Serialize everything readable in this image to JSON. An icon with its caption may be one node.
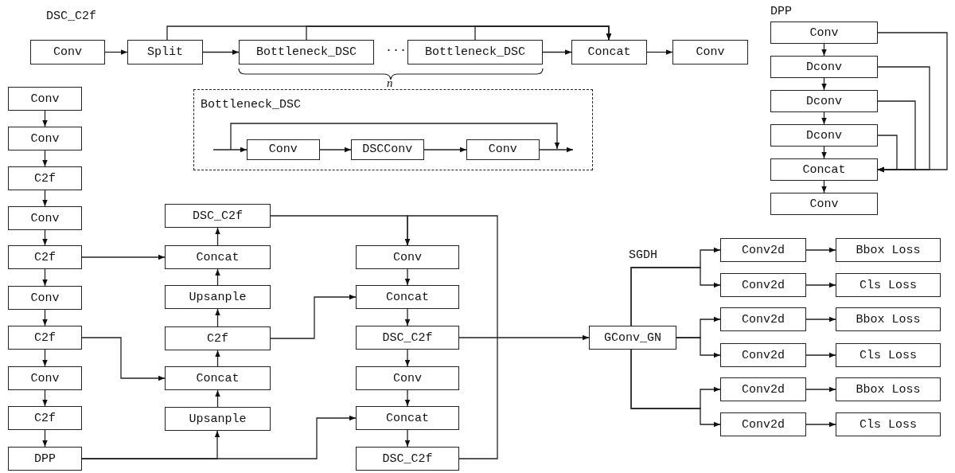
{
  "diagram": {
    "nodes": [
      {
        "text": [
          "Conv"
        ]
      },
      {
        "text": [
          "Split"
        ]
      },
      {
        "text": [
          "Bottleneck_DSC"
        ]
      },
      {
        "text": [
          "Bottleneck_DSC"
        ]
      },
      {
        "text": [
          "Concat"
        ]
      },
      {
        "text": [
          "Conv"
        ]
      },
      {
        "text": [
          "Conv"
        ]
      },
      {
        "text": [
          "Dconv"
        ]
      },
      {
        "text": [
          "Dconv"
        ]
      },
      {
        "text": [
          "Dconv"
        ]
      },
      {
        "text": [
          "Concat"
        ]
      },
      {
        "text": [
          "Conv"
        ]
      },
      {
        "text": [
          "Bottleneck_DSC"
        ]
      },
      {
        "text": [
          "Conv"
        ],
        "in": 12
      },
      {
        "text": [
          "DSCConv"
        ],
        "in": 12
      },
      {
        "text": [
          "Conv"
        ],
        "in": 12
      },
      {
        "text": [
          "Conv"
        ]
      },
      {
        "text": [
          "Conv"
        ]
      },
      {
        "text": [
          "C2f"
        ]
      },
      {
        "text": [
          "Conv"
        ]
      },
      {
        "text": [
          "C2f"
        ]
      },
      {
        "text": [
          "Conv"
        ]
      },
      {
        "text": [
          "C2f"
        ]
      },
      {
        "text": [
          "Conv"
        ]
      },
      {
        "text": [
          "C2f"
        ]
      },
      {
        "text": [
          "DPP"
        ]
      },
      {
        "text": [
          "DSC_C2f"
        ]
      },
      {
        "text": [
          "Concat"
        ]
      },
      {
        "text": [
          "Upsanple"
        ]
      },
      {
        "text": [
          "C2f"
        ]
      },
      {
        "text": [
          "Concat"
        ]
      },
      {
        "text": [
          "Upsanple"
        ]
      },
      {
        "text": [
          "Conv"
        ]
      },
      {
        "text": [
          "Concat"
        ]
      },
      {
        "text": [
          "DSC_C2f"
        ]
      },
      {
        "text": [
          "Conv"
        ]
      },
      {
        "text": [
          "Concat"
        ]
      },
      {
        "text": [
          "DSC_C2f"
        ]
      },
      {
        "text": [
          "GConv_GN"
        ]
      },
      {
        "text": [
          "Conv2d"
        ]
      },
      {
        "text": [
          "Conv2d"
        ]
      },
      {
        "text": [
          "Conv2d"
        ]
      },
      {
        "text": [
          "Conv2d"
        ]
      },
      {
        "text": [
          "Conv2d"
        ]
      },
      {
        "text": [
          "Conv2d"
        ]
      },
      {
        "text": [
          "Bbox Loss"
        ]
      },
      {
        "text": [
          "Cls Loss"
        ]
      },
      {
        "text": [
          "Bbox Loss"
        ]
      },
      {
        "text": [
          "Cls Loss"
        ]
      },
      {
        "text": [
          "Bbox Loss"
        ]
      },
      {
        "text": [
          "Cls Loss"
        ]
      }
    ],
    "edges": [
      {
        "from": 0,
        "to": 1,
        "arrow": "to"
      },
      {
        "from": 1,
        "to": 2,
        "arrow": "to"
      },
      {
        "from": 3,
        "to": 4,
        "arrow": "to"
      },
      {
        "from": 4,
        "to": 5,
        "arrow": "to"
      },
      {
        "from": 1,
        "to": 4,
        "arrow": "to"
      },
      {
        "from": 2,
        "to": 4,
        "arrow": "to"
      },
      {
        "from": 3,
        "to": 4,
        "arrow": "to"
      },
      {
        "from": 6,
        "to": 7,
        "arrow": "to"
      },
      {
        "from": 7,
        "to": 8,
        "arrow": "to"
      },
      {
        "from": 8,
        "to": 9,
        "arrow": "to"
      },
      {
        "from": 9,
        "to": 10,
        "arrow": "to"
      },
      {
        "from": 10,
        "to": 11,
        "arrow": "to"
      },
      {
        "from": 6,
        "to": 10,
        "arrow": "to"
      },
      {
        "from": 7,
        "to": 10,
        "arrow": "to"
      },
      {
        "from": 8,
        "to": 10,
        "arrow": "to"
      },
      {
        "from": 9,
        "to": 10,
        "arrow": "to"
      },
      {
        "from": null,
        "to": 13,
        "arrow": "to"
      },
      {
        "from": 13,
        "to": 14,
        "arrow": "to"
      },
      {
        "from": 14,
        "to": 15,
        "arrow": "to"
      },
      {
        "from": 15,
        "to": null,
        "arrow": "to"
      },
      {
        "from": 16,
        "to": 17,
        "arrow": "to"
      },
      {
        "from": 17,
        "to": 18,
        "arrow": "to"
      },
      {
        "from": 18,
        "to": 19,
        "arrow": "to"
      },
      {
        "from": 19,
        "to": 20,
        "arrow": "to"
      },
      {
        "from": 20,
        "to": 21,
        "arrow": "to"
      },
      {
        "from": 21,
        "to": 22,
        "arrow": "to"
      },
      {
        "from": 22,
        "to": 23,
        "arrow": "to"
      },
      {
        "from": 23,
        "to": 24,
        "arrow": "to"
      },
      {
        "from": 24,
        "to": 25,
        "arrow": "to"
      },
      {
        "from": 20,
        "to": 27,
        "arrow": "to"
      },
      {
        "from": 22,
        "to": 30,
        "arrow": "to"
      },
      {
        "from": 25,
        "to": 31,
        "arrow": "to"
      },
      {
        "from": 25,
        "to": 36,
        "arrow": "to"
      },
      {
        "from": 31,
        "to": 30,
        "arrow": "to"
      },
      {
        "from": 30,
        "to": 29,
        "arrow": "to"
      },
      {
        "from": 29,
        "to": 28,
        "arrow": "to"
      },
      {
        "from": 28,
        "to": 27,
        "arrow": "to"
      },
      {
        "from": 27,
        "to": 26,
        "arrow": "to"
      },
      {
        "from": 29,
        "to": 33,
        "arrow": "to"
      },
      {
        "from": 26,
        "to": 32,
        "arrow": "to"
      },
      {
        "from": 37,
        "to": 32,
        "arrow": "to"
      },
      {
        "from": 32,
        "to": 33,
        "arrow": "to"
      },
      {
        "from": 33,
        "to": 34,
        "arrow": "to"
      },
      {
        "from": 34,
        "to": 35,
        "arrow": "to"
      },
      {
        "from": 35,
        "to": 36,
        "arrow": "to"
      },
      {
        "from": 36,
        "to": 37,
        "arrow": "to"
      },
      {
        "from": 34,
        "to": 38,
        "arrow": "to"
      },
      {
        "from": 38,
        "to": 39,
        "arrow": "to"
      },
      {
        "from": 38,
        "to": 40,
        "arrow": "to"
      },
      {
        "from": 38,
        "to": 41,
        "arrow": "to"
      },
      {
        "from": 38,
        "to": 42,
        "arrow": "to"
      },
      {
        "from": 38,
        "to": 43,
        "arrow": "to"
      },
      {
        "from": 38,
        "to": 44,
        "arrow": "to"
      },
      {
        "from": 39,
        "to": 45,
        "arrow": "to"
      },
      {
        "from": 40,
        "to": 46,
        "arrow": "to"
      },
      {
        "from": 41,
        "to": 47,
        "arrow": "to"
      },
      {
        "from": 42,
        "to": 48,
        "arrow": "to"
      },
      {
        "from": 43,
        "to": 49,
        "arrow": "to"
      },
      {
        "from": 44,
        "to": 50,
        "arrow": "to"
      }
    ],
    "labels": [
      "DSC_C2f",
      "···",
      "n",
      "DPP",
      "SGDH"
    ]
  }
}
